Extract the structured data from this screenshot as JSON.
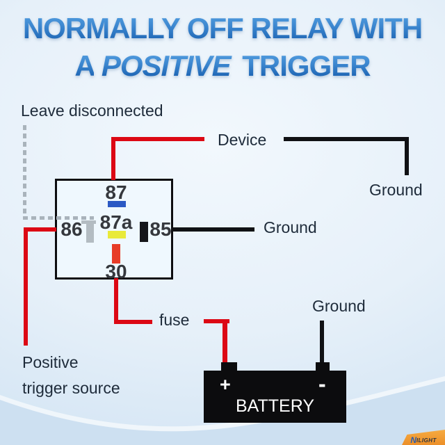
{
  "title": {
    "line1": "NORMALLY OFF RELAY WITH",
    "line2_a": "A",
    "line2_positive": "POSITIVE",
    "line2_trigger": "TRIGGER"
  },
  "annotations": {
    "leave_disconnected": "Leave disconnected",
    "device": "Device",
    "device_ground": "Ground",
    "pin85_ground": "Ground",
    "battery_ground": "Ground",
    "fuse": "fuse",
    "positive_trigger_line1": "Positive",
    "positive_trigger_line2": "trigger source"
  },
  "relay": {
    "pin_87": "87",
    "pin_87a": "87a",
    "pin_86": "86",
    "pin_85": "85",
    "pin_30": "30"
  },
  "battery": {
    "name": "BATTERY",
    "positive_terminal": "+",
    "negative_terminal": "-"
  },
  "watermark": {
    "brand_n": "N",
    "brand_rest": "ILIGHT"
  },
  "colors": {
    "title_gradient_top": "#5ba6e6",
    "title_gradient_bottom": "#1258a9",
    "wire_red": "#dc0814",
    "wire_black": "#101114",
    "dashed_gray": "#a9b3bb",
    "pin_bar_blue": "#2b59c4",
    "pin_bar_yellow": "#e9ea3a",
    "pin_terminal_gray": "#b3bcc2",
    "pin_bar_black": "#15161a",
    "pin_bar_red": "#e73c27",
    "label_text": "#1e2b3a",
    "battery_black": "#0c0c0e",
    "logo_orange": "#f09a32"
  }
}
